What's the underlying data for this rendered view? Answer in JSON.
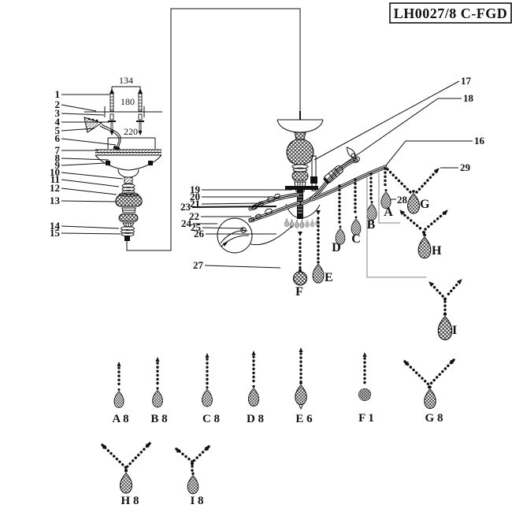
{
  "title_block": {
    "model": "LH0027/8 C-FGD"
  },
  "dimensions": {
    "width_134": "134",
    "width_180": "180",
    "width_220": "220"
  },
  "callouts": {
    "n1": "1",
    "n2": "2",
    "n3": "3",
    "n4": "4",
    "n5": "5",
    "n6": "6",
    "n7": "7",
    "n8": "8",
    "n9": "9",
    "n10": "10",
    "n11": "11",
    "n12": "12",
    "n13": "13",
    "n14": "14",
    "n15": "15",
    "n16": "16",
    "n17": "17",
    "n18": "18",
    "n19": "19",
    "n20": "20",
    "n21": "21",
    "n22": "22",
    "n23": "23",
    "n24": "24",
    "n25": "25",
    "n26": "26",
    "n27": "27",
    "n28": "28",
    "n29": "29"
  },
  "pendant_labels": {
    "A": "A",
    "B": "B",
    "C": "C",
    "D": "D",
    "E": "E",
    "F": "F",
    "G": "G",
    "H": "H",
    "I": "I"
  },
  "legend": {
    "items": [
      {
        "code": "A",
        "qty": 8,
        "label": "A 8"
      },
      {
        "code": "B",
        "qty": 8,
        "label": "B 8"
      },
      {
        "code": "C",
        "qty": 8,
        "label": "C 8"
      },
      {
        "code": "D",
        "qty": 8,
        "label": "D 8"
      },
      {
        "code": "E",
        "qty": 6,
        "label": "E 6"
      },
      {
        "code": "F",
        "qty": 1,
        "label": "F 1"
      },
      {
        "code": "G",
        "qty": 8,
        "label": "G 8"
      },
      {
        "code": "H",
        "qty": 8,
        "label": "H 8"
      },
      {
        "code": "I",
        "qty": 8,
        "label": "I 8"
      }
    ]
  },
  "colors": {
    "ink": "#111111",
    "ghost": "#999999",
    "connector": "#808080",
    "paper": "#ffffff"
  }
}
